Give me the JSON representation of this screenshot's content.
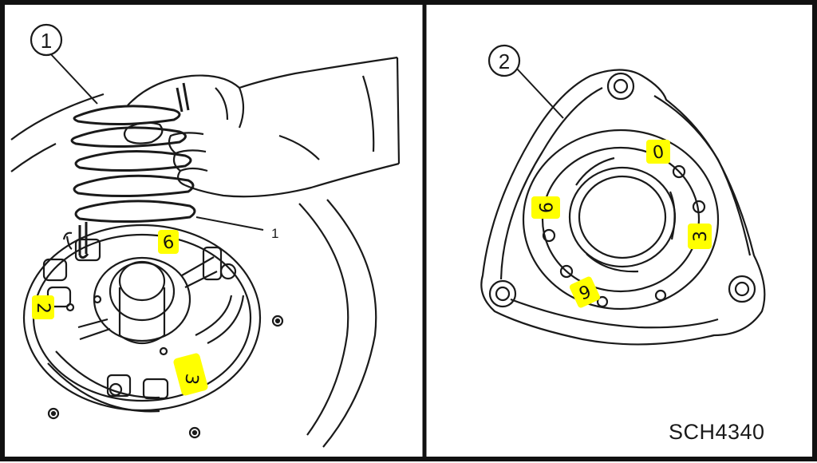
{
  "callouts": {
    "left": "1",
    "right": "2",
    "spring_line": "1"
  },
  "marks": {
    "left": [
      "6",
      "2",
      "3"
    ],
    "right": [
      "0",
      "9",
      "3",
      "6"
    ]
  },
  "figure_code": "SCH4340",
  "colors": {
    "frame": "#111111",
    "line": "#1a1a1a",
    "highlight": "#ffff00"
  }
}
